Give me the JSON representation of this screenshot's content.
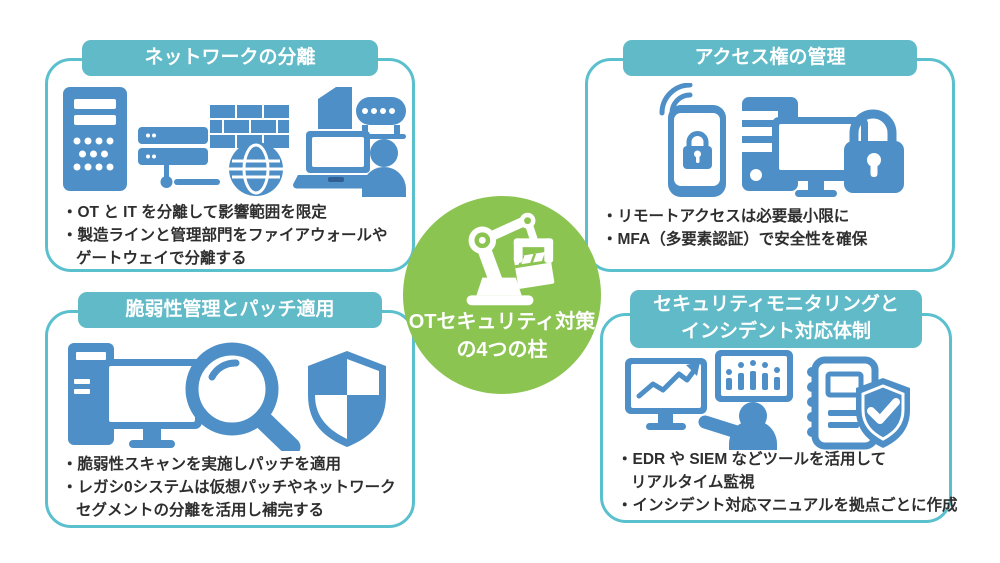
{
  "colors": {
    "band_teal": "#60BAC7",
    "border_teal": "#5BC0CD",
    "icon_blue": "#4D8FC6",
    "icon_navy": "#2F5F95",
    "center_green": "#8CC452",
    "text_dark": "#2E2E2E",
    "white": "#FFFFFF"
  },
  "center": {
    "icon": "robot-arm-box-icon",
    "title_line1": "OTセキュリティ対策",
    "title_line2": "の4つの柱"
  },
  "boxes": [
    {
      "id": "network-separation",
      "title": "ネットワークの分離",
      "lines": [
        "・OT と IT を分離して影響範囲を限定",
        "・製造ラインと管理部門をファイアウォールや",
        "ゲートウェイで分離する"
      ],
      "icons": [
        "industrial-controller-icon",
        "server-stack-icon",
        "firewall-bricks-icon",
        "globe-icon",
        "laptop-icon",
        "operator-person-icon",
        "factory-conveyor-icon"
      ]
    },
    {
      "id": "access-rights-management",
      "title": "アクセス権の管理",
      "lines": [
        "・リモートアクセスは必要最小限に",
        "・MFA（多要素認証）で安全性を確保"
      ],
      "icons": [
        "wifi-signal-icon",
        "smartphone-lock-icon",
        "server-tower-icon",
        "monitor-icon",
        "padlock-icon"
      ]
    },
    {
      "id": "vulnerability-management-patching",
      "title": "脆弱性管理とパッチ適用",
      "lines": [
        "・脆弱性スキャンを実施しパッチを適用",
        "・レガシ0システムは仮想パッチやネットワーク",
        "セグメントの分離を活用し補完する"
      ],
      "icons": [
        "pc-tower-icon",
        "monitor-icon",
        "magnifier-icon",
        "quartered-shield-icon"
      ]
    },
    {
      "id": "security-monitoring-incident-response",
      "title": "セキュリティモニタリングと",
      "title2": "インシデント対応体制",
      "lines": [
        "・EDR や SIEM などツールを活用して",
        "リアルタイム監視",
        "・インシデント対応マニュアルを拠点ごとに作成"
      ],
      "icons": [
        "line-chart-monitor-icon",
        "bar-chart-monitor-icon",
        "analyst-person-icon",
        "manual-notebook-icon",
        "check-shield-icon"
      ]
    }
  ]
}
